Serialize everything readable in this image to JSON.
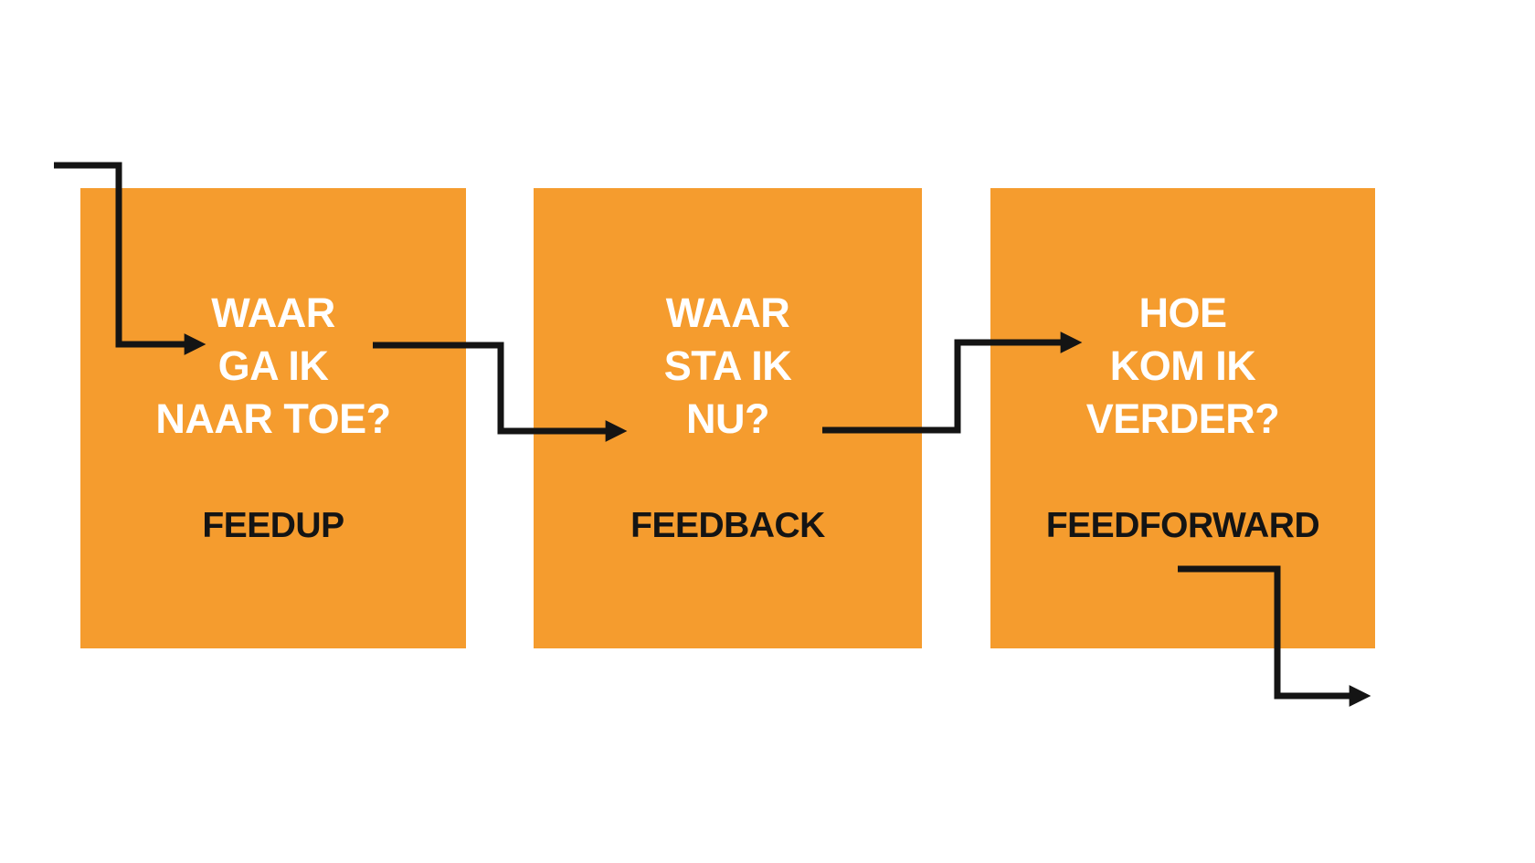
{
  "diagram": {
    "type": "flow",
    "language": "nl",
    "flow_order": [
      "FEEDUP",
      "FEEDBACK",
      "FEEDFORWARD"
    ],
    "boxes": [
      {
        "question": "WAAR GA IK NAAR TOE?",
        "question_lines": [
          "WAAR",
          "GA IK",
          "NAAR TOE?"
        ],
        "label": "FEEDUP"
      },
      {
        "question": "WAAR STA IK NU?",
        "question_lines": [
          "WAAR",
          "STA IK",
          "NU?"
        ],
        "label": "FEEDBACK"
      },
      {
        "question": "HOE KOM IK VERDER?",
        "question_lines": [
          "HOE",
          "KOM IK",
          "VERDER?"
        ],
        "label": "FEEDFORWARD"
      }
    ],
    "colors": {
      "background": "#FFFFFF",
      "box_fill": "#F59C2E",
      "arrow": "#141414",
      "question_text": "#FFFFFF",
      "label_text": "#141414"
    }
  }
}
